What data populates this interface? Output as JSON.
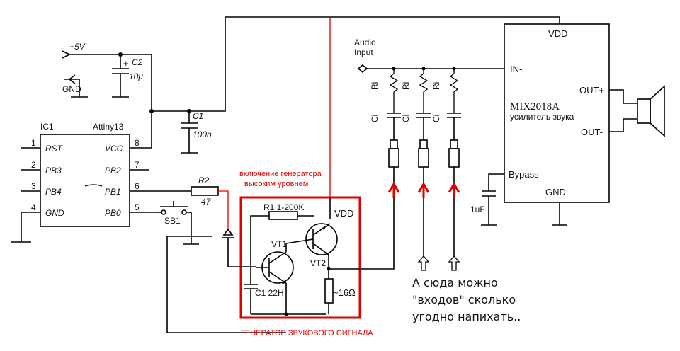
{
  "power": {
    "v5_label": "+5V",
    "gnd_label": "GND"
  },
  "c2": {
    "name": "C2",
    "value": "10μ",
    "plus": "+"
  },
  "c1": {
    "name": "C1",
    "value": "100n"
  },
  "ic1": {
    "name": "IC1",
    "part": "Attiny13",
    "pins_left": [
      {
        "num": "1",
        "label": "RST"
      },
      {
        "num": "2",
        "label": "PB3"
      },
      {
        "num": "3",
        "label": "PB4"
      },
      {
        "num": "4",
        "label": "GND"
      }
    ],
    "pins_right": [
      {
        "num": "8",
        "label": "VCC"
      },
      {
        "num": "7",
        "label": "PB2"
      },
      {
        "num": "6",
        "label": "PB1"
      },
      {
        "num": "5",
        "label": "PB0"
      }
    ]
  },
  "r2": {
    "name": "R2",
    "value": "47"
  },
  "sb1": {
    "name": "SB1"
  },
  "annotation_red": "включение генератора\nвысоким уровнем",
  "generator": {
    "r1": "R1 1-200K",
    "vdd": "VDD",
    "vt1": "VT1",
    "vt2": "VT2",
    "c1": "C1 22H",
    "load": "~16Ω",
    "caption": "ГЕНЕРАТОР ЗВУКОВОГО СИГНАЛА"
  },
  "audio_input": "Audio\nInput",
  "ri_label": "Ri",
  "ci_label": "Ci",
  "amp": {
    "part": "MIX2018A",
    "desc": "усилитель звука",
    "vdd": "VDD",
    "in": "IN-",
    "out_plus": "OUT+",
    "out_minus": "OUT-",
    "bypass": "Bypass",
    "gnd": "GND"
  },
  "bypass_cap": "1uF",
  "note": "А сюда можно\n\"входов\" сколько\nугодно напихать.."
}
